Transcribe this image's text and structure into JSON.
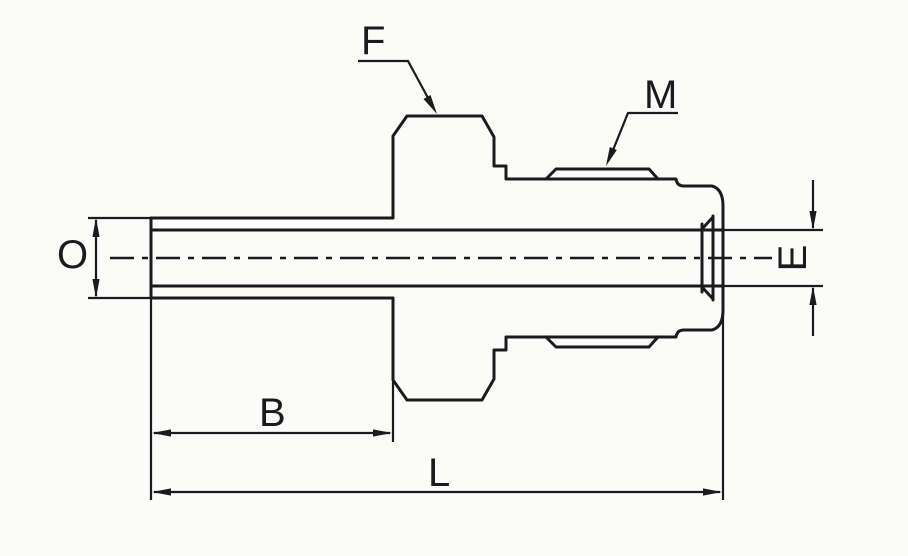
{
  "drawing": {
    "labels": {
      "f": "F",
      "m": "M",
      "o": "O",
      "e": "E",
      "b": "B",
      "l": "L"
    },
    "colors": {
      "line": "#1b1b1b",
      "background": "#fbfbfa"
    }
  }
}
